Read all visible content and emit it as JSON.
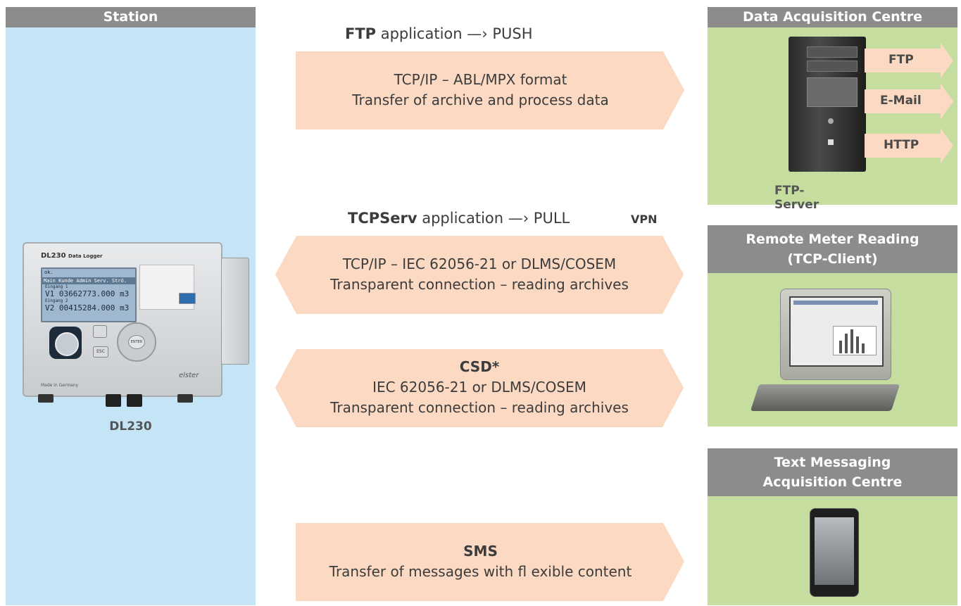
{
  "station": {
    "header": "Station",
    "device_caption": "DL230",
    "device": {
      "brand_line": "DL230",
      "brand_sub": "Data Logger",
      "lcd_status": "ok.",
      "lcd_tabs": "Main Kunde Admin Serv. Strö.",
      "lcd_in1_label": "Eingang 1",
      "lcd_in1_value": "V1 03662773.000 m3",
      "lcd_in2_label": "Eingang 2",
      "lcd_in2_value": "V2 00415284.000 m3",
      "enter_label": "ENTER",
      "esc_label": "ESC",
      "made_in": "Made in Germany",
      "maker": "elster"
    }
  },
  "flows": {
    "ftp": {
      "title_bold": "FTP",
      "title_rest": " application —› PUSH",
      "line1": "TCP/IP – ABL/MPX format",
      "line2": "Transfer of archive and process data"
    },
    "tcpserv": {
      "title_bold": "TCPServ",
      "title_rest": " application —› PULL",
      "vpn": "VPN",
      "line1": "TCP/IP – IEC 62056-21 or DLMS/COSEM",
      "line2": "Transparent connection – reading archives"
    },
    "csd": {
      "title": "CSD*",
      "line1": "IEC 62056-21 or DLMS/COSEM",
      "line2": "Transparent connection – reading archives"
    },
    "sms": {
      "title": "SMS",
      "line1": "Transfer of messages with fl exible content"
    }
  },
  "centres": {
    "data_acquisition": {
      "header": "Data Acquisition Centre",
      "server_caption": "FTP-Server",
      "outputs": [
        "FTP",
        "E-Mail",
        "HTTP"
      ]
    },
    "remote_meter": {
      "header_line1": "Remote Meter Reading",
      "header_line2": "(TCP-Client)"
    },
    "text_messaging": {
      "header_line1": "Text Messaging",
      "header_line2": "Acquisition Centre"
    }
  },
  "colors": {
    "arrow_fill": "#fbd9c3",
    "station_bg": "#c5e4f5",
    "centre_bg": "#c5dea0",
    "header_bg": "#8c8c8c"
  }
}
